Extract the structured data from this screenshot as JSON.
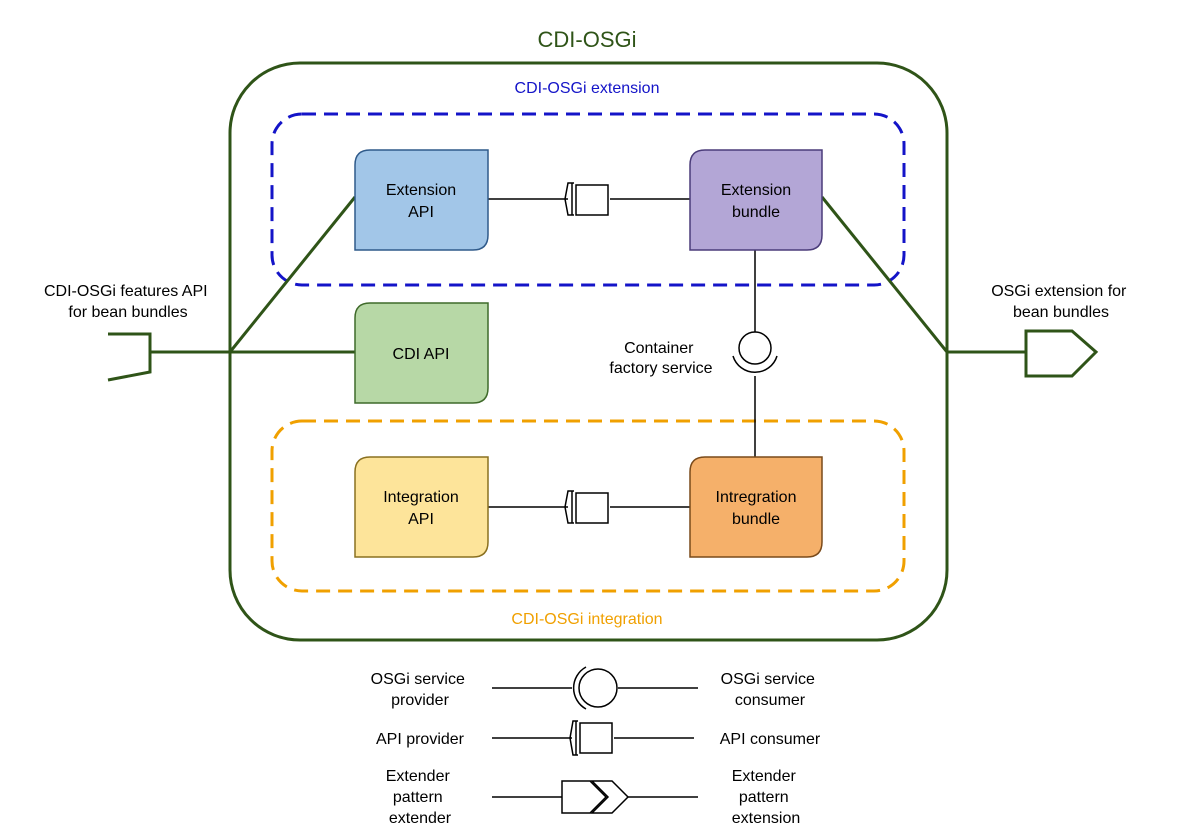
{
  "diagram": {
    "title": "CDI-OSGi",
    "extension_group_label": "CDI-OSGi extension",
    "integration_group_label": "CDI-OSGi integration",
    "boxes": {
      "extension_api": [
        "Extension",
        "API"
      ],
      "extension_bundle": [
        "Extension",
        "bundle"
      ],
      "cdi_api": [
        "CDI API"
      ],
      "integration_api": [
        "Integration",
        "API"
      ],
      "integration_bundle": [
        "Intregration",
        "bundle"
      ]
    },
    "left_port_label": [
      "CDI-OSGi features API",
      "for bean bundles"
    ],
    "right_port_label": [
      "OSGi extension for",
      "bean bundles"
    ],
    "container_service_label": [
      "Container",
      "factory service"
    ]
  },
  "legend": {
    "service_left": [
      "OSGi service",
      "provider"
    ],
    "service_right": [
      "OSGi service",
      "consumer"
    ],
    "api_left": [
      "API provider"
    ],
    "api_right": [
      "API consumer"
    ],
    "extender_left": [
      "Extender",
      "pattern",
      "extender"
    ],
    "extender_right": [
      "Extender",
      "pattern",
      "extension"
    ]
  },
  "colors": {
    "frame_green": "#2f5418",
    "extension_blue": "#1414c8",
    "integration_orange": "#f0a000",
    "extension_api_fill": "#a2c6e8",
    "extension_bundle_fill": "#b3a6d6",
    "cdi_api_fill": "#b7d8a6",
    "integration_api_fill": "#fde49a",
    "integration_bundle_fill": "#f5b06a"
  }
}
